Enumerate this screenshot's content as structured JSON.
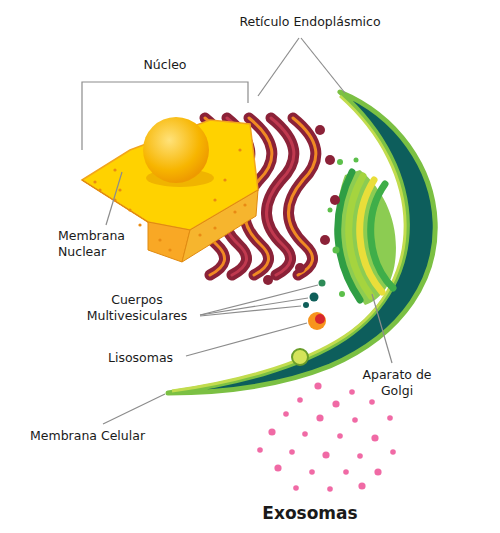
{
  "diagram": {
    "labels": [
      "Retículo Endoplásmico",
      "Núcleo",
      "Membrana Nuclear",
      "Cuerpos Multivesiculares",
      "Lisosomas",
      "Aparato de Golgi",
      "Membrana Celular",
      "Exosomas"
    ]
  }
}
